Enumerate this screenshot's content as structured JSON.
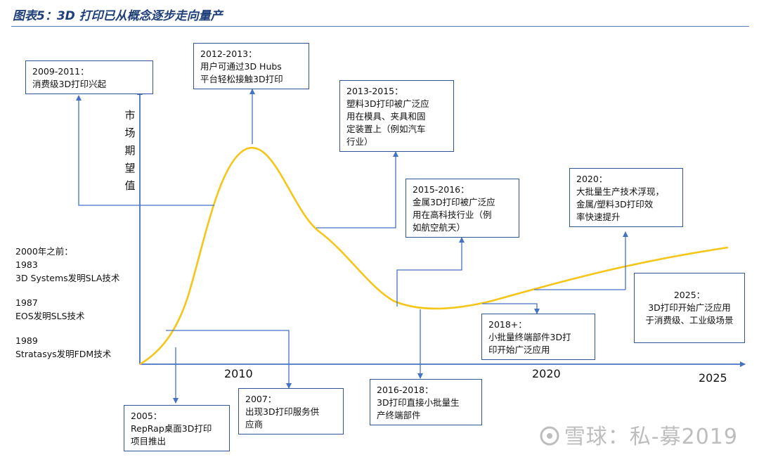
{
  "title": "图表5：3D 打印已从概念逐步走向量产",
  "y_axis_label": [
    "市",
    "场",
    "期",
    "望",
    "值"
  ],
  "x_ticks": {
    "t2010": "2010",
    "t2020": "2020",
    "t2025": "2025"
  },
  "history": {
    "line1": "2000年之前：",
    "line2": "1983",
    "line3": "3D Systems发明SLA技术",
    "line4": "1987",
    "line5": "EOS发明SLS技术",
    "line6": "1989",
    "line7": "Stratasys发明FDM技术"
  },
  "boxes": {
    "b2009": "2009-2011：\n消费级3D打印兴起",
    "b2012": "2012-2013：\n用户可通过3D Hubs\n平台轻松接触3D打印",
    "b2013": "2013-2015：\n塑料3D打印被广泛应\n用在模具、夹具和固\n定装置上（例如汽车\n行业）",
    "b2015": "2015-2016：\n金属3D打印被广泛应\n用在高科技行业（例\n如航空航天）",
    "b2020": "2020：\n大批量生产技术浮现，\n金属/塑料3D打印效\n率快速提升",
    "b2025": "2025：\n3D打印开始广泛应用\n于消费级、工业级场景",
    "b2018p": "2018+：\n小批量终端部件3D打\n印开始广泛应用",
    "b2016": "2016-2018：\n3D打印直接小批量生\n产终端部件",
    "b2007": "2007：\n出现3D打印服务供\n应商",
    "b2005": "2005：\nRepRap桌面3D打印\n项目推出"
  },
  "watermark": "雪球：私-募2019",
  "colors": {
    "curve": "#f5c518",
    "axis": "#4472c4",
    "box_border": "#2f5597",
    "title": "#1f3f7a"
  }
}
